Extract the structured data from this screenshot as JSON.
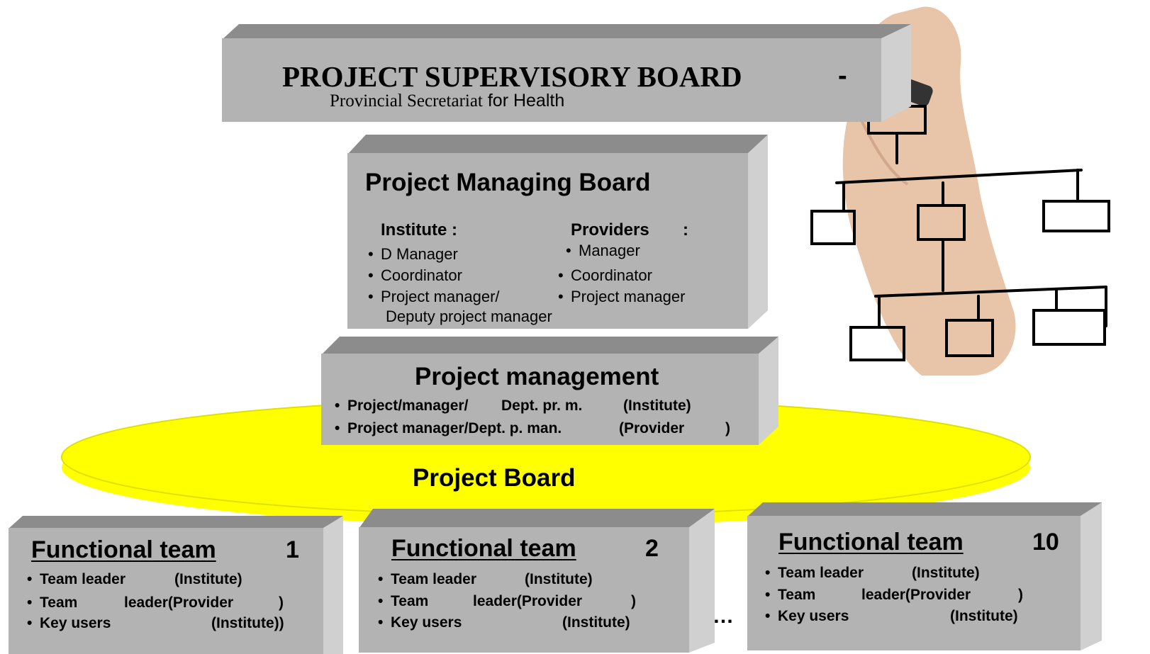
{
  "supervisory": {
    "title": "PROJECT SUPERVISORY BOARD",
    "dash": "-",
    "subtitle_serif": "Provincial Secretariat",
    "subtitle_sans": "for Health"
  },
  "managing": {
    "title": "Project Managing Board",
    "institute_heading": "Institute :",
    "institute_items": [
      "D Manager",
      "Coordinator",
      "Project manager/",
      "Deputy project manager"
    ],
    "providers_heading": "Providers",
    "providers_colon": ":",
    "providers_items": [
      "Manager",
      "Coordinator",
      "Project manager"
    ]
  },
  "management": {
    "title": "Project management",
    "items": [
      {
        "left": "Project/manager/",
        "mid": "Dept. pr. m.",
        "right": "(Institute)"
      },
      {
        "left": "Project manager/Dept. p. man.",
        "right": "(Provider",
        "close": ")"
      }
    ]
  },
  "board": {
    "label": "Project Board"
  },
  "teams": [
    {
      "title": "Functional team",
      "number": "1",
      "items": [
        {
          "a": "Team leader",
          "b": "(Institute)"
        },
        {
          "a": "Team",
          "b": "leader(Provider",
          "c": ")"
        },
        {
          "a": "Key users",
          "b": "(Institute))"
        }
      ]
    },
    {
      "title": "Functional team",
      "number": "2",
      "items": [
        {
          "a": "Team leader",
          "b": "(Institute)"
        },
        {
          "a": "Team",
          "b": "leader(Provider",
          "c": ")"
        },
        {
          "a": "Key users",
          "b": "(Institute)"
        }
      ]
    },
    {
      "title": "Functional team",
      "number": "10",
      "items": [
        {
          "a": "Team leader",
          "b": "(Institute)"
        },
        {
          "a": "Team",
          "b": "leader(Provider",
          "c": ")"
        },
        {
          "a": "Key users",
          "b": "(Institute)"
        }
      ]
    }
  ],
  "ellipsis": "…",
  "colors": {
    "box_front": "#b3b3b3",
    "box_top": "#8c8c8c",
    "box_side": "#d0d0d0",
    "board_fill": "#ffff00",
    "text": "#000000"
  }
}
